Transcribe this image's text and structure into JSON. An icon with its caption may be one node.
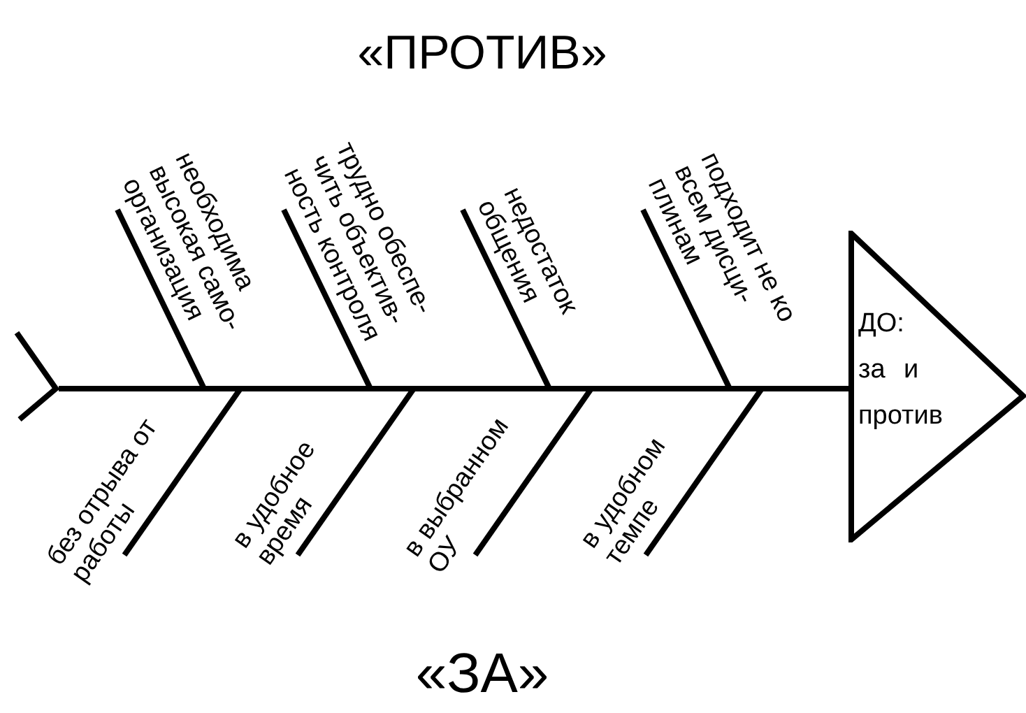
{
  "diagram": {
    "nodes": [
      {
        "text": [],
        "shape": "fork"
      },
      {
        "text": [
          "ДО: за и против"
        ]
      }
    ],
    "edges": [
      {
        "from": 0,
        "to": 1,
        "arrow": "none"
      }
    ],
    "labels": [
      "«ПРОТИВ»",
      "необходима высокая само- организация",
      "трудно обеспе- чить объектив- ность контроля",
      "недостаток общения",
      "подходит не ко всем дисци- плинам",
      "без отрыва от работы",
      "в удобное время",
      "в выбранном ОУ",
      "в удобном темпе",
      "«ЗА»"
    ]
  }
}
